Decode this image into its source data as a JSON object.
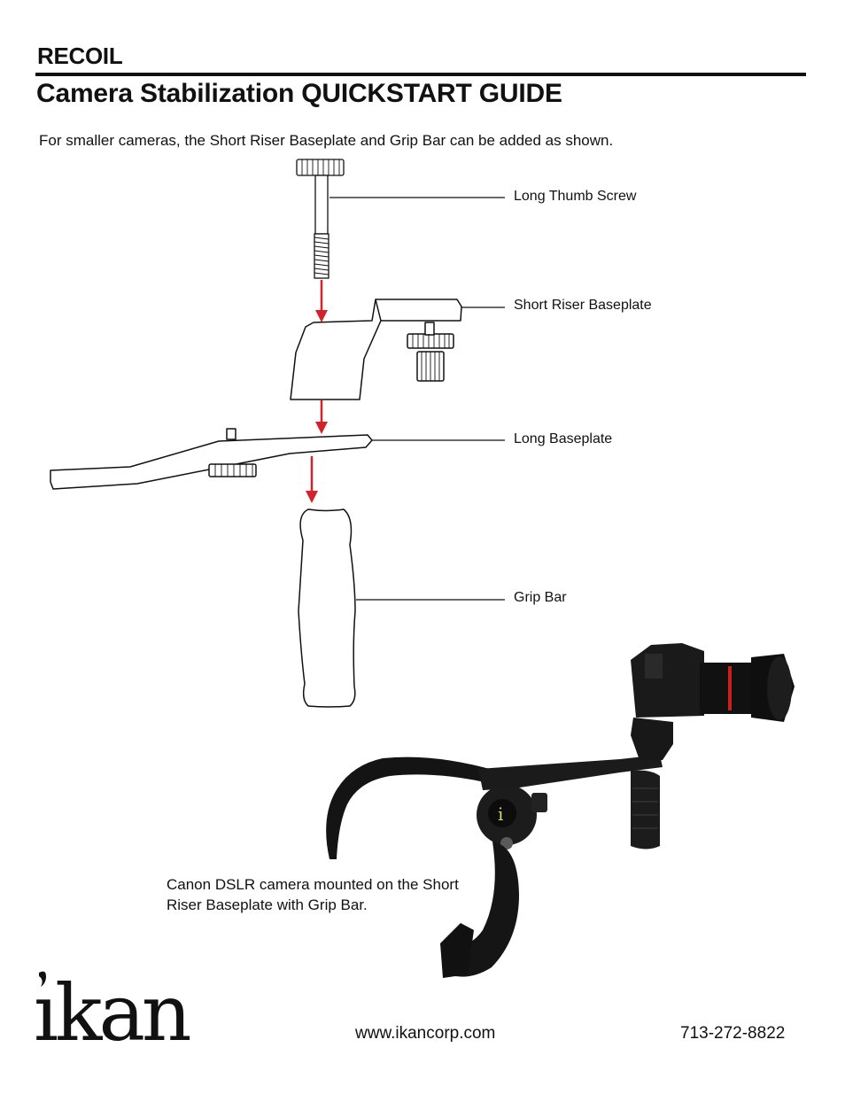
{
  "header": {
    "product": "RECOIL",
    "title": "Camera Stabilization QUICKSTART GUIDE"
  },
  "intro": "For smaller cameras, the Short Riser Baseplate and Grip Bar can be added as shown.",
  "callouts": {
    "thumb_screw": "Long Thumb Screw",
    "riser_baseplate": "Short Riser Baseplate",
    "long_baseplate": "Long Baseplate",
    "grip_bar": "Grip Bar"
  },
  "photo_caption": "Canon DSLR camera mounted on the Short Riser Baseplate with Grip Bar.",
  "footer": {
    "logo_text": "ikan",
    "website": "www.ikancorp.com",
    "phone": "713-272-8822"
  },
  "colors": {
    "arrow": "#d2232a",
    "line_art": "#111111",
    "rig": "#141414"
  },
  "icons": [
    "thumb-screw-icon",
    "riser-baseplate-icon",
    "long-baseplate-icon",
    "grip-bar-icon",
    "arrow-down-icon",
    "camera-rig-photo"
  ]
}
